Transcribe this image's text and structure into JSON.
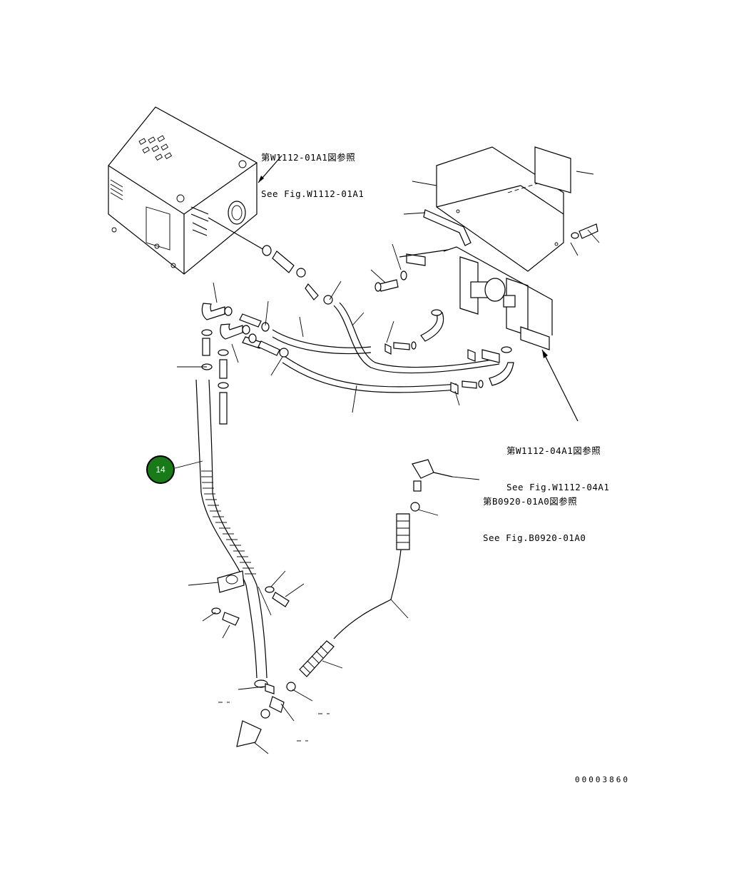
{
  "references": [
    {
      "id": "ref-w1112-01a1",
      "jp": "第W1112-01A1図参照",
      "en": "See Fig.W1112-01A1"
    },
    {
      "id": "ref-w1112-04a1",
      "jp": "第W1112-04A1図参照",
      "en": "See Fig.W1112-04A1"
    },
    {
      "id": "ref-b0920-01a0",
      "jp": "第B0920-01A0図参照",
      "en": "See Fig.B0920-01A0"
    }
  ],
  "callout": {
    "label": "14",
    "color": "#1a7a1a"
  },
  "drawing_id": "00003860"
}
